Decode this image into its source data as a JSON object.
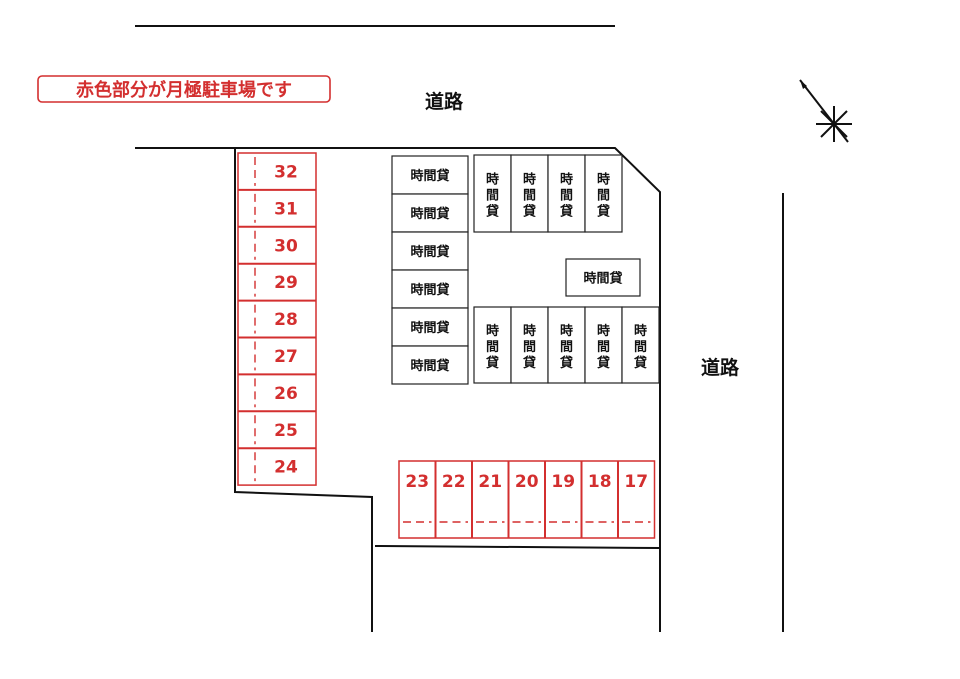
{
  "legend": {
    "text": "赤色部分が月極駐車場です",
    "color": "#d32f2f"
  },
  "roads": {
    "top_label": "道路",
    "right_label": "道路"
  },
  "compass": {
    "icon": "north-arrow-icon"
  },
  "hourly_label": "時間貸",
  "hourly_label_vertical": [
    "時",
    "間",
    "貸"
  ],
  "monthly_left_spaces": [
    "32",
    "31",
    "30",
    "29",
    "28",
    "27",
    "26",
    "25",
    "24"
  ],
  "monthly_bottom_spaces": [
    "23",
    "22",
    "21",
    "20",
    "19",
    "18",
    "17"
  ],
  "colors": {
    "monthly": "#d32f2f",
    "lines": "#111111"
  }
}
